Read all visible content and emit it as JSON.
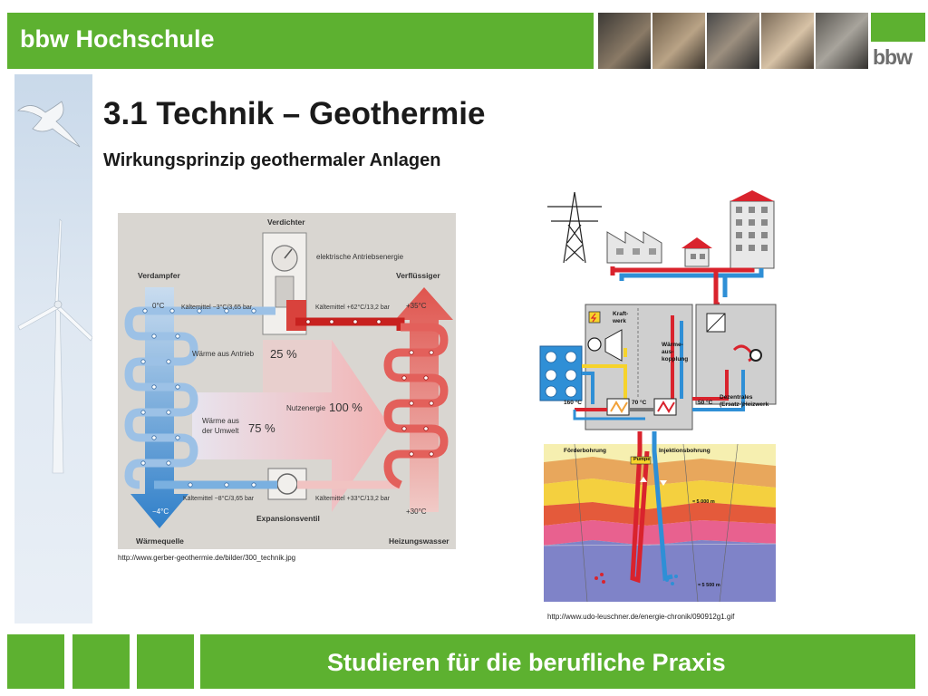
{
  "header": {
    "title": "bbw Hochschule",
    "logo_text": "bbw"
  },
  "slide": {
    "title": "3.1 Technik – Geothermie",
    "subtitle": "Wirkungsprinzip geothermaler Anlagen"
  },
  "diagram_left": {
    "verdichter": "Verdichter",
    "elektrische_antriebsenergie": "elektrische Antriebsenergie",
    "verdampfer": "Verdampfer",
    "verfluessiger": "Verflüssiger",
    "temp_0": "0°C",
    "temp_plus35": "+35°C",
    "kaeltemittel_top_left": "Kältemittel −3°C/3,65 bar",
    "kaeltemittel_top_right": "Kältemittel +62°C/13,2 bar",
    "waerme_aus_antrieb": "Wärme aus Antrieb",
    "pct_25": "25 %",
    "nutzenergie": "Nutzenergie",
    "pct_100": "100 %",
    "waerme_aus_umwelt_1": "Wärme aus",
    "waerme_aus_umwelt_2": "der Umwelt",
    "pct_75": "75 %",
    "kaeltemittel_bottom_left": "Kältemittel −8°C/3,65 bar",
    "kaeltemittel_bottom_right": "Kältemittel +33°C/13,2 bar",
    "temp_minus4": "−4°C",
    "temp_plus30": "+30°C",
    "expansionsventil": "Expansionsventil",
    "waermequelle": "Wärmequelle",
    "heizungswasser": "Heizungswasser",
    "caption": "http://www.gerber-geothermie.de/bilder/300_technik.jpg"
  },
  "diagram_right": {
    "kraftwerk_1": "Kraft-",
    "kraftwerk_2": "werk",
    "waermeauskopplung_1": "Wärme-",
    "waermeauskopplung_2": "aus-",
    "waermeauskopplung_3": "kopplung",
    "temp_160": "160 °C",
    "temp_70": "70 °C",
    "temp_50": "50 °C",
    "dezentrales_1": "Dezentrales",
    "dezentrales_2": "(Ersatz-)Heizwerk",
    "foerderbohrung": "Förderbohrung",
    "injektionsbohrung": "Injektionsbohrung",
    "pumpe": "Pumpe",
    "depth_5000": "≈ 5 000 m",
    "depth_5500": "≈ 5 500 m",
    "caption": "http://www.udo-leuschner.de/energie-chronik/090912g1.gif"
  },
  "footer": {
    "slogan": "Studieren für die berufliche Praxis"
  },
  "colors": {
    "brand_green": "#5db130",
    "hot_red": "#d9232d",
    "cold_blue": "#2f8fd6"
  }
}
